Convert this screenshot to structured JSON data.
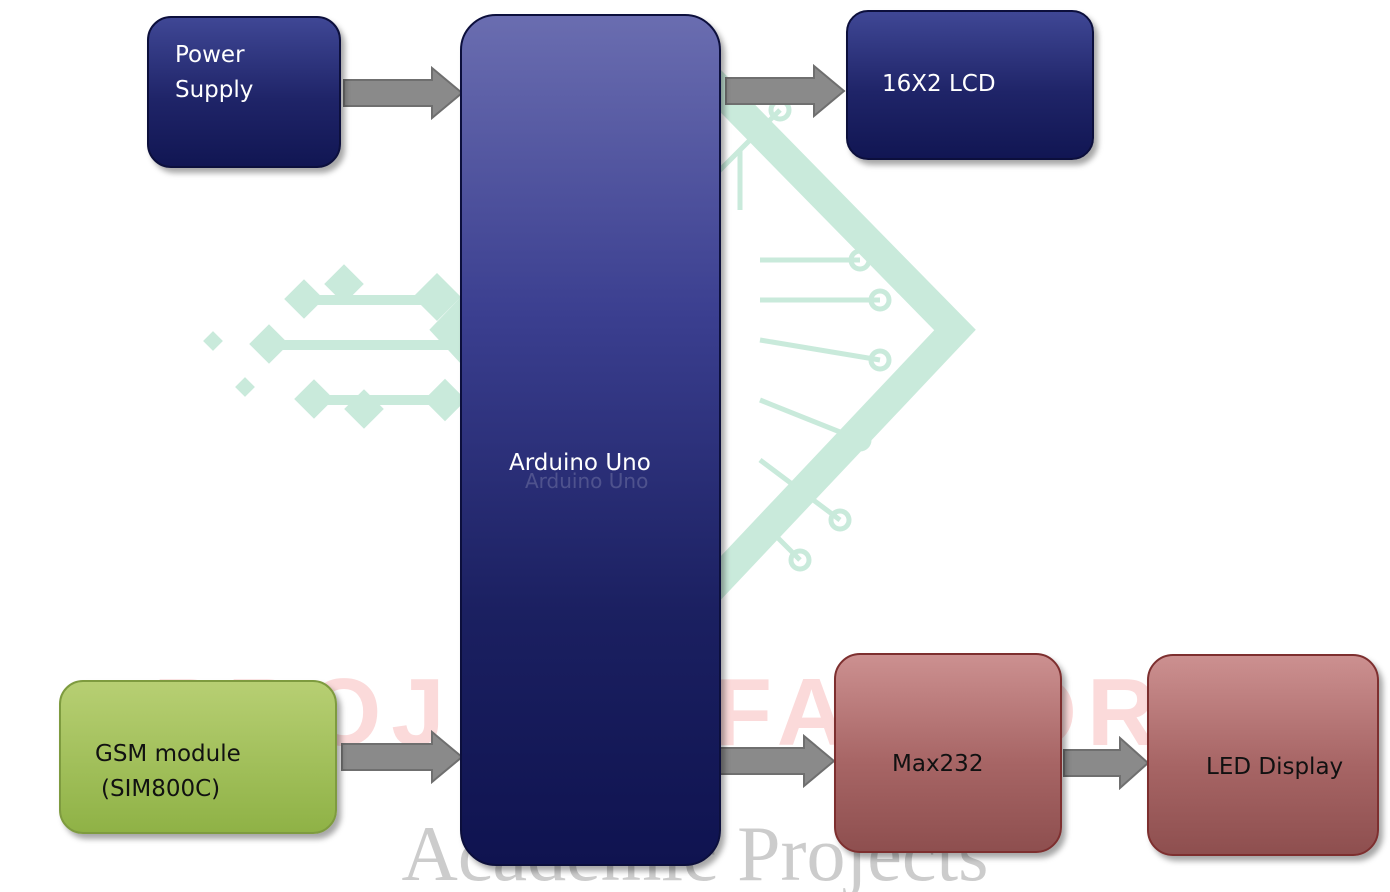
{
  "blocks": {
    "power_supply": {
      "line1": "Power",
      "line2": "Supply"
    },
    "arduino": {
      "label": "Arduino Uno"
    },
    "lcd": {
      "label": "16X2 LCD"
    },
    "gsm": {
      "line1": "GSM module",
      "line2": "(SIM800C)"
    },
    "max232": {
      "label": "Max232"
    },
    "led_display": {
      "label": "LED Display"
    }
  },
  "watermark": {
    "brand": "PROJECT FACTORY",
    "tagline": "Academic Projects",
    "ghost_label": "Arduino Uno"
  },
  "colors": {
    "navy": "#1f2468",
    "green": "#8fb246",
    "maroon": "#a76565",
    "watermark_teal": "#3fb37f",
    "watermark_pink": "#f07b7b",
    "watermark_lavender": "#9b9cd8",
    "arrow_gray": "#8a8a8a"
  }
}
